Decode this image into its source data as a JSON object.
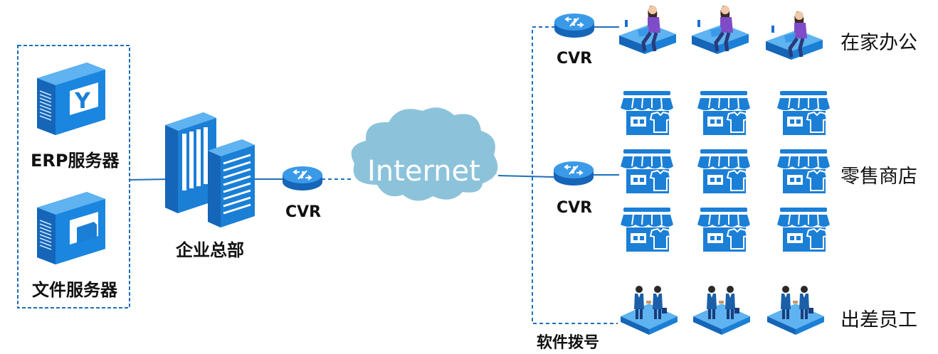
{
  "left_group": {
    "erp_label": "ERP服务器",
    "file_label": "文件服务器"
  },
  "headquarters": {
    "label": "企业总部"
  },
  "routers": {
    "hq_label": "CVR",
    "home_label": "CVR",
    "retail_label": "CVR"
  },
  "internet": {
    "label": "Internet"
  },
  "dialup": {
    "label": "软件拨号"
  },
  "categories": {
    "home": "在家办公",
    "retail": "零售商店",
    "travel": "出差员工"
  },
  "colors": {
    "primary": "#1b7fd6",
    "dark": "#1565b8",
    "light": "#5eb3f0",
    "cloud": "#8cc3db",
    "line": "#1f6fb8"
  },
  "icons": {
    "server": "server-icon",
    "router": "router-icon",
    "cloud": "cloud-icon",
    "home_worker": "home-worker-icon",
    "store": "store-icon",
    "traveler": "business-traveler-icon"
  }
}
